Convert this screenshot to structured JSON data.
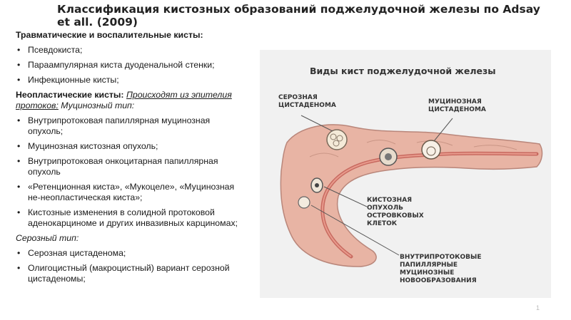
{
  "title": "Классификация кистозных образований поджелудочной железы по Adsay et all. (2009)",
  "sections": {
    "traumatic_heading": "Травматические и воспалительные кисты:",
    "traumatic_items": [
      "Псевдокиста;",
      "Парaампулярная киста дуоденальной стенки;",
      "Инфекционные кисты;"
    ],
    "neoplastic_heading": "Неопластические кисты:",
    "neoplastic_origin": "Происходят из эпителия протоков:",
    "mucinous_type": "Муцинозный тип:",
    "mucinous_items": [
      "Внутрипротоковая папиллярная муцинозная опухоль;",
      "Муцинозная кистозная опухоль;",
      "Внутрипротоковая онкоцитарная папиллярная опухоль",
      " «Ретенционная киста», «Мукоцеле», «Муцинозная не-неопластическая киста»;",
      "Кистозные изменения в солидной протоковой аденокарциноме и других инвазивных карциномах;"
    ],
    "serous_type": "Серозный тип:",
    "serous_items": [
      "Серозная цистаденома;",
      "Олигоцистный (макроцистный) вариант серозной цистаденомы;"
    ]
  },
  "figure": {
    "title": "Виды кист поджелудочной железы",
    "labels": {
      "serous": "СЕРОЗНАЯ\nЦИСТАДЕНОМА",
      "mucinous": "МУЦИНОЗНАЯ\nЦИСТАДЕНОМА",
      "islet": "КИСТОЗНАЯ\nОПУХОЛЬ\nОСТРОВКОВЫХ\nКЛЕТОК",
      "intraductal": "ВНУТРИПРОТОКОВЫЕ\nПАПИЛЛЯРНЫЕ\nМУЦИНОЗНЫЕ\nНОВООБРАЗОВАНИЯ"
    }
  },
  "page_number": "1",
  "colors": {
    "pancreas": "#e8b4a4",
    "duct": "#c86a60",
    "background": "#f1f1f1"
  }
}
